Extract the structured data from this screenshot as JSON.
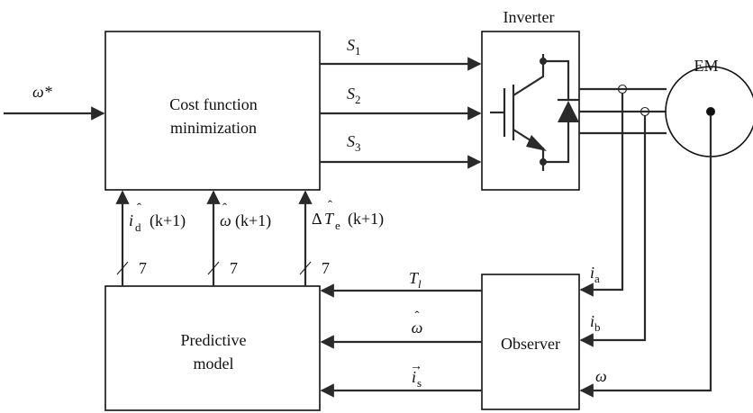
{
  "blocks": {
    "cost": {
      "line1": "Cost function",
      "line2": "minimization"
    },
    "predictive": {
      "line1": "Predictive",
      "line2": "model"
    },
    "observer": {
      "label": "Observer"
    },
    "inverter": {
      "label": "Inverter"
    },
    "motor": {
      "label": "EM"
    }
  },
  "signals": {
    "reference": {
      "symbol": "ω*"
    },
    "switch_states": [
      {
        "symbol": "S",
        "sub": "1"
      },
      {
        "symbol": "S",
        "sub": "2"
      },
      {
        "symbol": "S",
        "sub": "3"
      }
    ],
    "predictions": {
      "id": {
        "base": "i",
        "sub": "d",
        "hat": "ˆ",
        "arg": "(k+1)"
      },
      "omega": {
        "base": "ω",
        "hat": "ˆ",
        "arg": "(k+1)"
      },
      "torque": {
        "delta": "Δ",
        "base": "T",
        "sub": "e",
        "hat": "ˆ",
        "arg": "(k+1)"
      }
    },
    "bus_width": "7",
    "observer_outputs": {
      "load_torque": {
        "base": "T",
        "sub": "l"
      },
      "speed": {
        "base": "ω",
        "hat": "ˆ"
      },
      "stator_current": {
        "base": "i",
        "sub": "s",
        "vec": "→"
      }
    },
    "observer_inputs": {
      "ia": {
        "base": "i",
        "sub": "a"
      },
      "ib": {
        "base": "i",
        "sub": "b"
      },
      "omega": {
        "base": "ω"
      }
    }
  }
}
